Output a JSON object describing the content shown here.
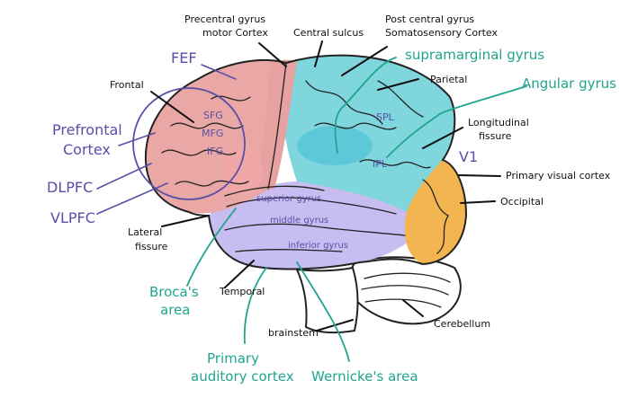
{
  "labels": {
    "precentral_gyrus": "Precentral gyrus",
    "motor_cortex": "motor Cortex",
    "central_sulcus": "Central sulcus",
    "post_central_gyrus": "Post central gyrus",
    "somatosensory_cortex": "Somatosensory Cortex",
    "fef": "FEF",
    "supramarginal_gyrus": "supramarginal gyrus",
    "frontal": "Frontal",
    "parietal": "Parietal",
    "angular_gyrus": "Angular gyrus",
    "prefrontal": "Prefrontal",
    "cortex": "Cortex",
    "sfg": "SFG",
    "mfg": "MFG",
    "ifg": "IFG",
    "spl": "SPL",
    "ipl": "IPL",
    "longitudinal": "Longitudinal",
    "fissure": "fissure",
    "v1": "V1",
    "primary_visual_cortex": "Primary visual cortex",
    "dlpfc": "DLPFC",
    "occipital": "Occipital",
    "vlpfc": "VLPFC",
    "superior_gyrus": "superior gyrus",
    "middle_gyrus": "middle gyrus",
    "inferior_gyrus": "inferior gyrus",
    "lateral": "Lateral",
    "lateral_fissure": "fissure",
    "brocas": "Broca's",
    "area": "area",
    "temporal": "Temporal",
    "cerebellum": "Cerebellum",
    "brainstem": "brainstem",
    "primary": "Primary",
    "auditory_cortex": "auditory cortex",
    "wernickes_area": "Wernicke's area"
  },
  "colors": {
    "frontal_lobe": "#e9a7a6",
    "motor_strip": "#e7a1a0",
    "parietal_lobe": "#7fd6dd",
    "occipital_lobe": "#f3b54f",
    "temporal_lobe": "#c7bdf0",
    "ink_black": "#111111",
    "ink_purple": "#5a4fa8",
    "ink_teal": "#20a58e"
  }
}
